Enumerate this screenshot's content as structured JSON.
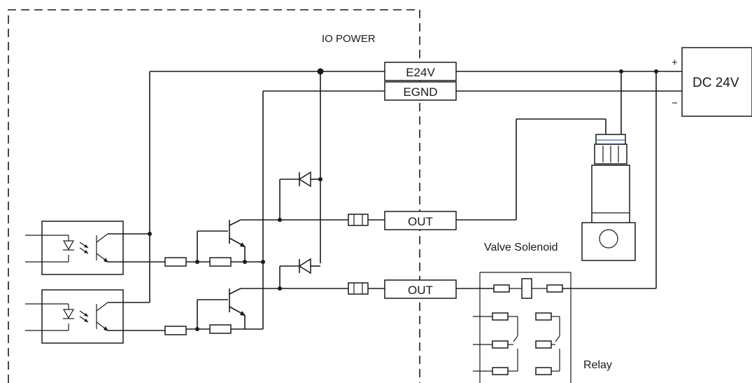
{
  "diagram": {
    "io_power_label": "IO POWER",
    "terminals": {
      "e24v": "E24V",
      "egnd": "EGND",
      "out1": "OUT",
      "out2": "OUT"
    },
    "power_supply": {
      "label": "DC 24V",
      "plus": "+",
      "minus": "−"
    },
    "valve": {
      "label": "Valve Solenoid",
      "minus": "−",
      "plus": "+"
    },
    "relay": {
      "label": "Relay"
    },
    "colors": {
      "line": "#1a1a1a",
      "background": "#ffffff"
    }
  }
}
